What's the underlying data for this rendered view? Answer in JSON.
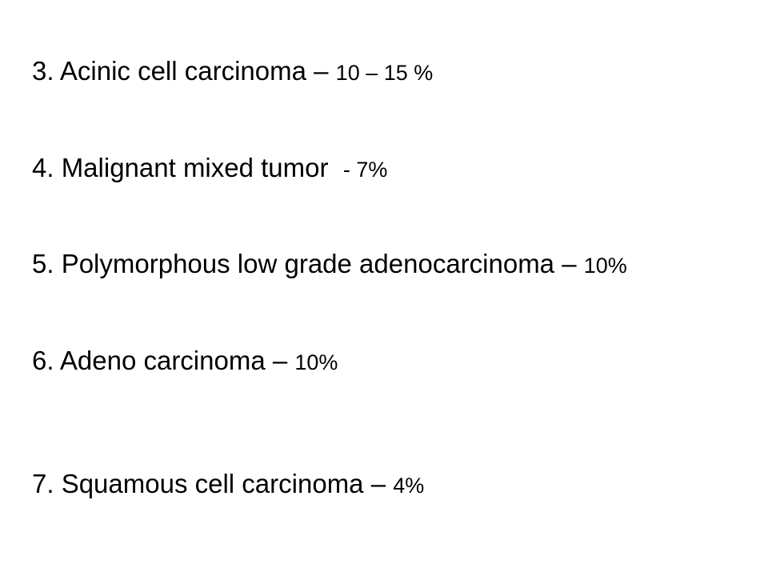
{
  "items": [
    {
      "label": "3. Acinic cell carcinoma – ",
      "value": "10 – 15 %"
    },
    {
      "label": "4. Malignant mixed tumor  ",
      "value": "- 7%"
    },
    {
      "label": "5. Polymorphous low grade adenocarcinoma – ",
      "value": "10%"
    },
    {
      "label": "6. Adeno carcinoma – ",
      "value": "10%"
    },
    {
      "label": "7. Squamous cell carcinoma – ",
      "value": "4%"
    }
  ]
}
